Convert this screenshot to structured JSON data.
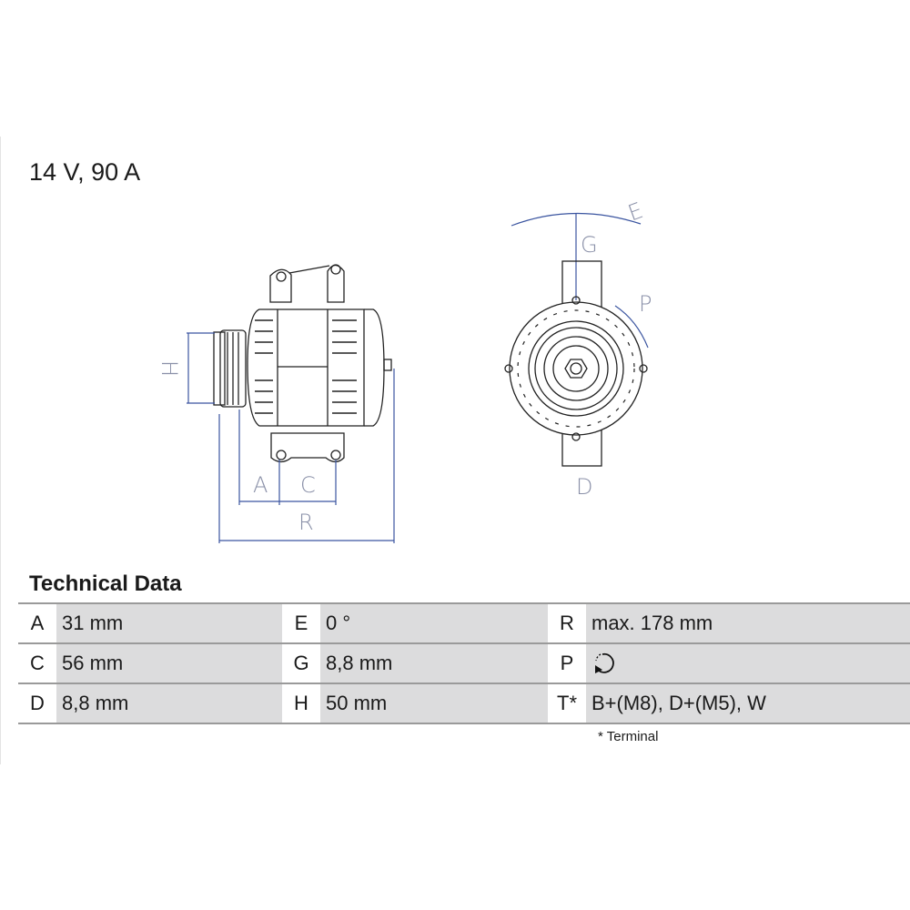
{
  "header": {
    "title": "14 V, 90 A"
  },
  "drawing": {
    "labels": {
      "A": "A",
      "C": "C",
      "H": "H",
      "R": "R",
      "E": "E",
      "G": "G",
      "P": "P",
      "D": "D"
    },
    "dimension_color": "#3b55a0"
  },
  "technical_data": {
    "heading": "Technical Data",
    "rows": [
      [
        {
          "key": "A",
          "value": "31 mm"
        },
        {
          "key": "E",
          "value": "0 °"
        },
        {
          "key": "R",
          "value": "max. 178 mm"
        }
      ],
      [
        {
          "key": "C",
          "value": "56 mm"
        },
        {
          "key": "G",
          "value": "8,8 mm"
        },
        {
          "key": "P",
          "value": "",
          "icon": "rotation-direction-icon"
        }
      ],
      [
        {
          "key": "D",
          "value": "8,8 mm"
        },
        {
          "key": "H",
          "value": "50 mm"
        },
        {
          "key": "T*",
          "value": "B+(M8), D+(M5), W"
        }
      ]
    ],
    "footnote": "* Terminal"
  }
}
